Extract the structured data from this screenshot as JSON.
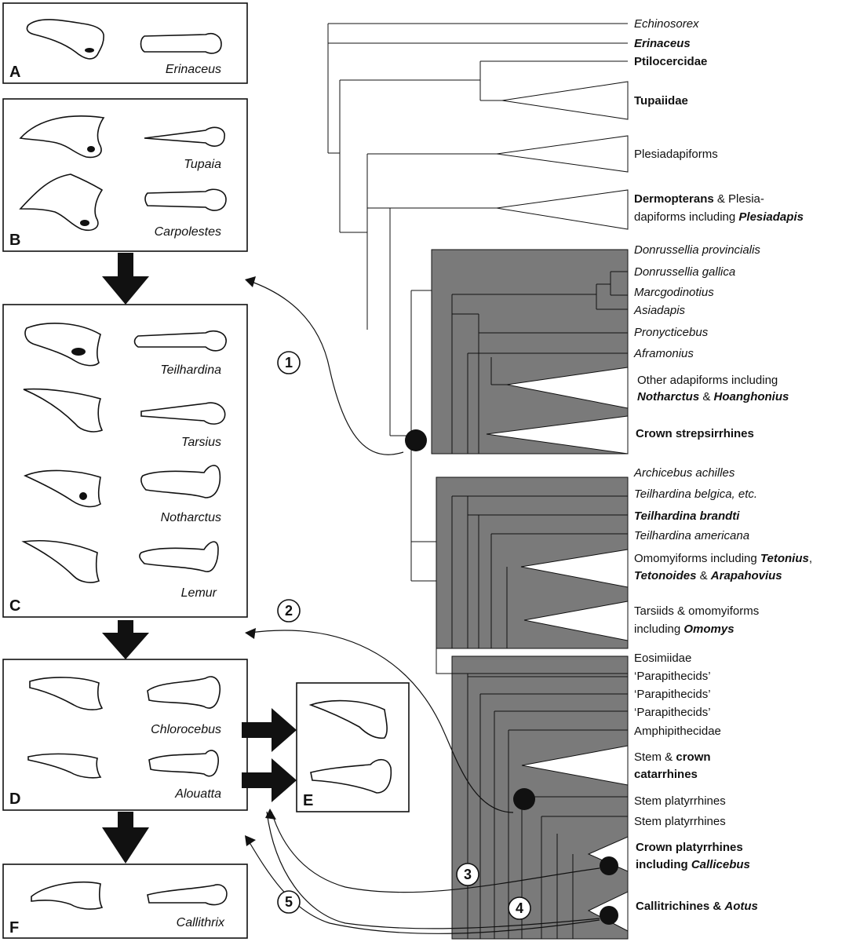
{
  "panels": {
    "A": {
      "letter": "A",
      "specimens": [
        "Erinaceus"
      ]
    },
    "B": {
      "letter": "B",
      "specimens": [
        "Tupaia",
        "Carpolestes"
      ]
    },
    "C": {
      "letter": "C",
      "specimens": [
        "Teilhardina",
        "Tarsius",
        "Notharctus",
        "Lemur"
      ]
    },
    "D": {
      "letter": "D",
      "specimens": [
        "Chlorocebus",
        "Alouatta"
      ]
    },
    "E": {
      "letter": "E"
    },
    "F": {
      "letter": "F",
      "specimens": [
        "Callithrix"
      ]
    }
  },
  "node_numbers": [
    "1",
    "2",
    "3",
    "4",
    "5"
  ],
  "taxa": {
    "echinosorex": "Echinosorex",
    "erinaceus": "Erinaceus",
    "ptilocercidae": "Ptilocercidae",
    "tupaiidae": "Tupaiidae",
    "plesiadapiforms": "Plesiadapiforms",
    "dermopterans_line1_bold": "Dermopterans",
    "dermopterans_line1_rest": " & Plesia-",
    "dermopterans_line2_rest": "dapiforms including ",
    "dermopterans_line2_bold": "Plesiadapis",
    "donrussellia_provincialis": "Donrussellia provincialis",
    "donrussellia_gallica": "Donrussellia gallica",
    "marcgodinotius": "Marcgodinotius",
    "asiadapis": "Asiadapis",
    "pronycticebus": "Pronycticebus",
    "aframonius": "Aframonius",
    "other_adapiforms_line1": "Other adapiforms including",
    "other_adapiforms_line2_a": "Notharctus",
    "other_adapiforms_line2_b": " & ",
    "other_adapiforms_line2_c": "Hoanghonius",
    "crown_strepsirrhines": "Crown strepsirrhines",
    "archicebus": "Archicebus achilles",
    "teilhardina_belgica": "Teilhardina belgica, etc.",
    "teilhardina_brandti": "Teilhardina brandti",
    "teilhardina_americana": "Teilhardina americana",
    "omomyiforms_line1_a": "Omomyiforms including ",
    "omomyiforms_line1_b": "Tetonius",
    "omomyiforms_line1_c": ",",
    "omomyiforms_line2_a": "Tetonoides",
    "omomyiforms_line2_b": " & ",
    "omomyiforms_line2_c": "Arapahovius",
    "tarsiids_line1": "Tarsiids & omomyiforms",
    "tarsiids_line2_a": "including ",
    "tarsiids_line2_b": "Omomys",
    "eosimiidae": "Eosimiidae",
    "parapithecids_1": "‘Parapithecids’",
    "parapithecids_2": "‘Parapithecids’",
    "parapithecids_3": "‘Parapithecids’",
    "amphipithecidae": "Amphipithecidae",
    "stem_crown_catarrhines_line1_a": "Stem & ",
    "stem_crown_catarrhines_line1_b": "crown",
    "stem_crown_catarrhines_line2": "catarrhines",
    "stem_platyrrhines_1": "Stem platyrrhines",
    "stem_platyrrhines_2": "Stem platyrrhines",
    "crown_platyrrhines_line1": "Crown platyrrhines",
    "crown_platyrrhines_line2_a": "including ",
    "crown_platyrrhines_line2_b": "Callicebus",
    "callitrichines_a": "Callitrichines & ",
    "callitrichines_b": "Aotus"
  },
  "colors": {
    "clade_fill_grey": "#7a7a7a",
    "line": "#111111",
    "background": "#ffffff"
  }
}
